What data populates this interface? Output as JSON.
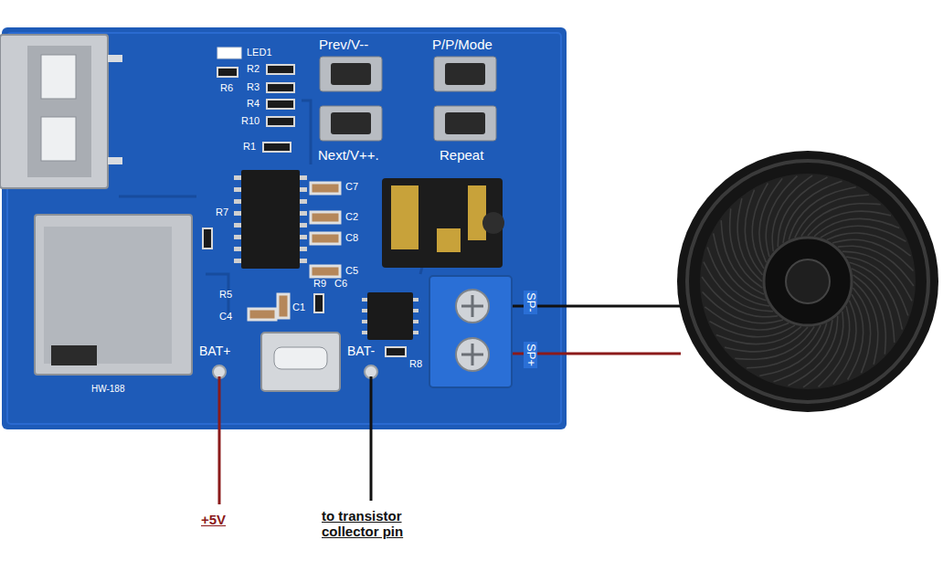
{
  "diagram": {
    "labels": [
      "Prev/V--",
      "P/P/Mode",
      "Next/V++.",
      "Repeat",
      "LED1",
      "R2",
      "R3",
      "R4",
      "R10",
      "R1",
      "R6",
      "R7",
      "C7",
      "C2",
      "C8",
      "C5",
      "R5",
      "C4",
      "C1",
      "R9",
      "C6",
      "R8",
      "BAT+",
      "BAT-",
      "HW-188",
      "SP-",
      "SP+",
      "+5V",
      "to transistor collector pin"
    ]
  }
}
